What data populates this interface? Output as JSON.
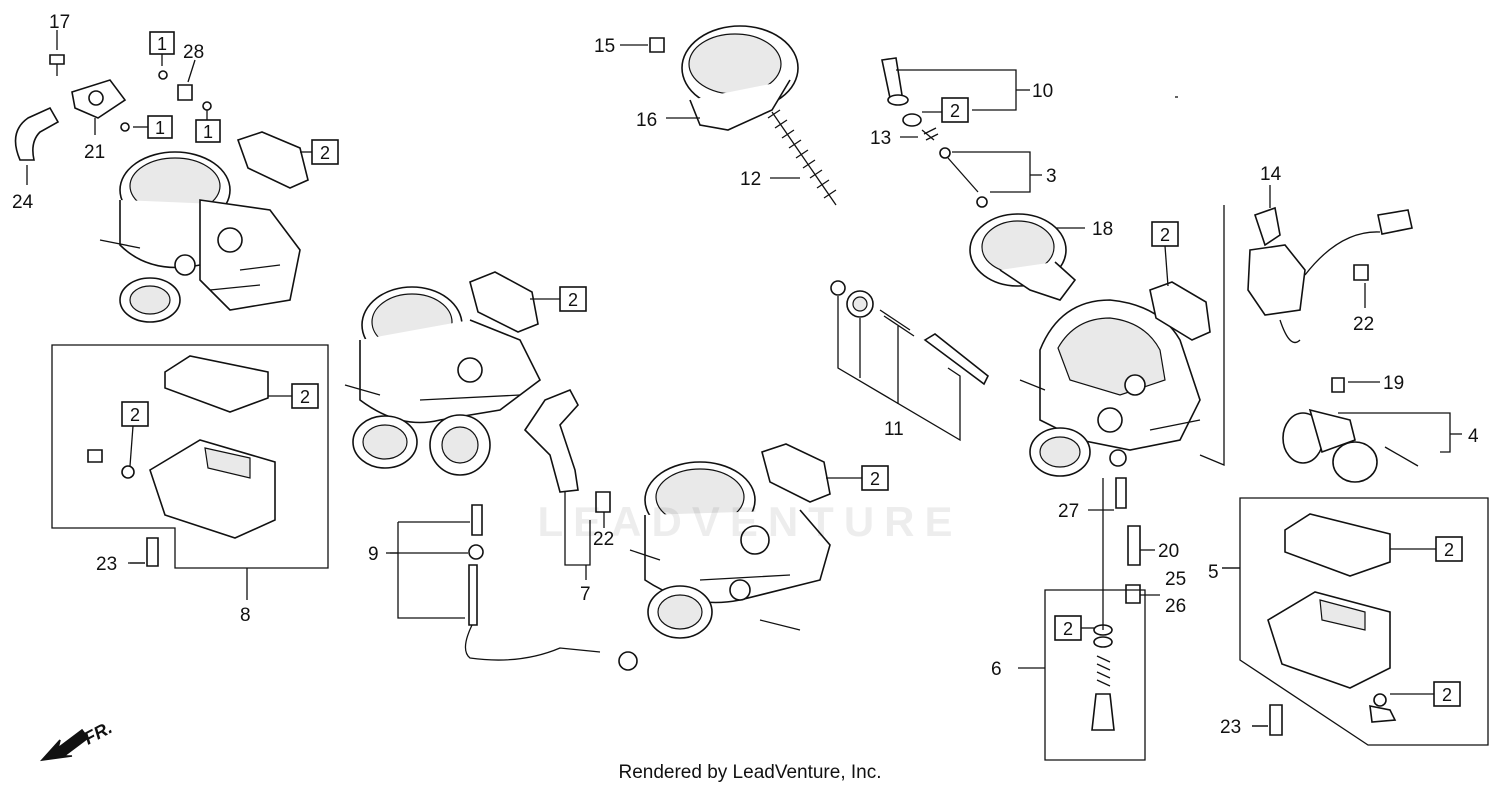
{
  "footer": "Rendered by LeadVenture, Inc.",
  "watermark": "LEADVENTURE",
  "direction_label": "FR.",
  "callouts": [
    "17",
    "28",
    "21",
    "24",
    "15",
    "16",
    "12",
    "10",
    "13",
    "3",
    "18",
    "14",
    "22",
    "11",
    "19",
    "4",
    "9",
    "22",
    "7",
    "8",
    "23",
    "27",
    "20",
    "25",
    "26",
    "6",
    "5",
    "23",
    "2",
    "1"
  ],
  "box_labels": {
    "one": "1",
    "two": "2"
  },
  "labels": {
    "p17": "17",
    "p28": "28",
    "p21": "21",
    "p24": "24",
    "p15": "15",
    "p16": "16",
    "p12": "12",
    "p10": "10",
    "p13": "13",
    "p3": "3",
    "p18": "18",
    "p14": "14",
    "p22a": "22",
    "p11": "11",
    "p19": "19",
    "p4": "4",
    "p9": "9",
    "p22b": "22",
    "p7": "7",
    "p8": "8",
    "p23a": "23",
    "p27": "27",
    "p20": "20",
    "p25": "25",
    "p26": "26",
    "p6": "6",
    "p5": "5",
    "p23b": "23"
  }
}
